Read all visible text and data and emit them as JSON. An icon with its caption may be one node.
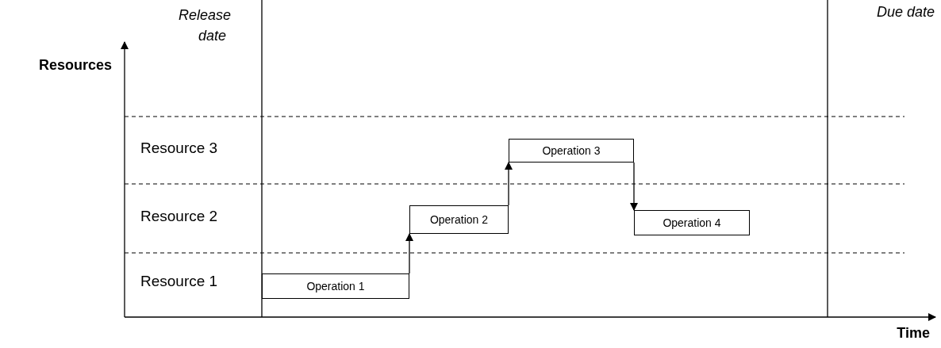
{
  "diagram": {
    "nodes": [
      {
        "text": [
          "Operation 1"
        ]
      },
      {
        "text": [
          "Operation 2"
        ]
      },
      {
        "text": [
          "Operation 3"
        ]
      },
      {
        "text": [
          "Operation 4"
        ]
      }
    ],
    "edges": [
      {
        "from": 0,
        "to": 1,
        "arrow": "to"
      },
      {
        "from": 1,
        "to": 2,
        "arrow": "to"
      },
      {
        "from": 2,
        "to": 3,
        "arrow": "to"
      }
    ],
    "labels": [
      "Release date",
      "Due date",
      "Resources",
      "Resource 3",
      "Resource 2",
      "Resource 1",
      "Time"
    ]
  }
}
